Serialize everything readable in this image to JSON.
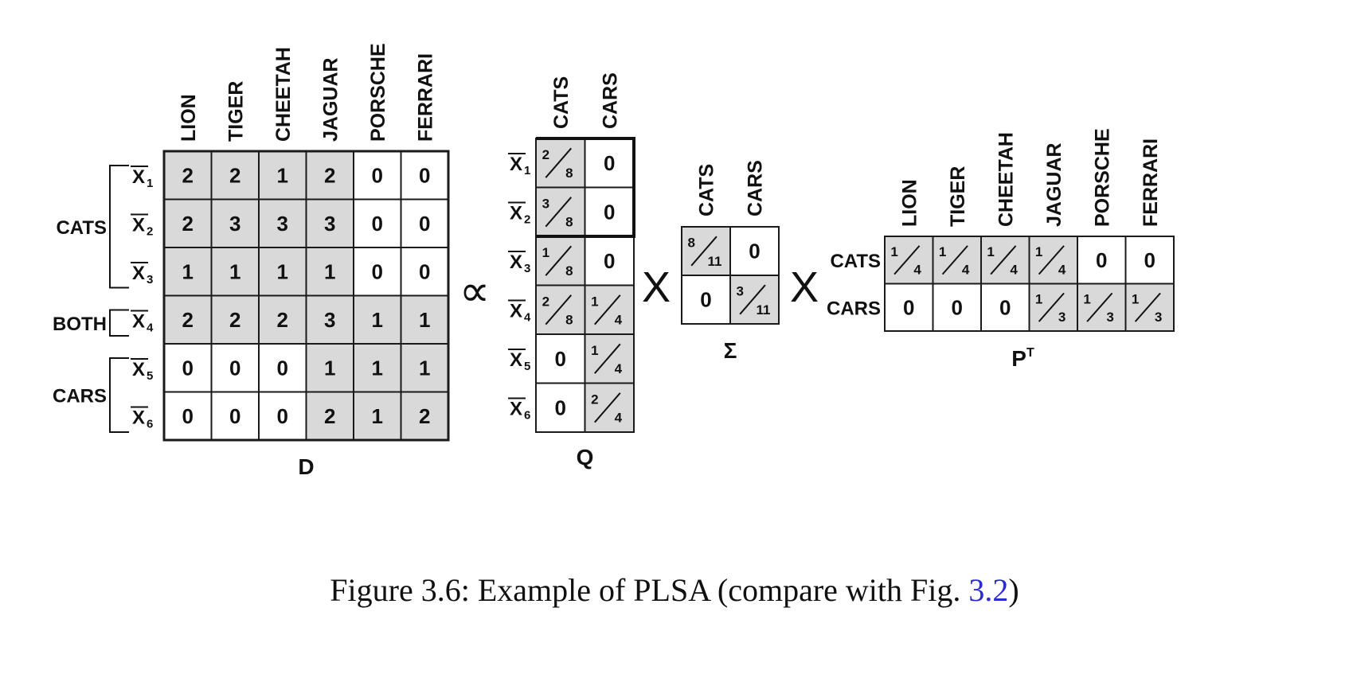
{
  "caption": {
    "prefix": "Figure 3.6: Example of PLSA (compare with Fig.",
    "ref": "3.2",
    "suffix": ")"
  },
  "operators": {
    "proportional": "∝",
    "times": "X"
  },
  "matrix_D": {
    "name": "D",
    "columns": [
      "LION",
      "TIGER",
      "CHEETAH",
      "JAGUAR",
      "PORSCHE",
      "FERRARI"
    ],
    "rows": [
      {
        "label": "X",
        "sub": "1",
        "values": [
          "2",
          "2",
          "1",
          "2",
          "0",
          "0"
        ],
        "shaded": [
          true,
          true,
          true,
          true,
          false,
          false
        ]
      },
      {
        "label": "X",
        "sub": "2",
        "values": [
          "2",
          "3",
          "3",
          "3",
          "0",
          "0"
        ],
        "shaded": [
          true,
          true,
          true,
          true,
          false,
          false
        ]
      },
      {
        "label": "X",
        "sub": "3",
        "values": [
          "1",
          "1",
          "1",
          "1",
          "0",
          "0"
        ],
        "shaded": [
          true,
          true,
          true,
          true,
          false,
          false
        ]
      },
      {
        "label": "X",
        "sub": "4",
        "values": [
          "2",
          "2",
          "2",
          "3",
          "1",
          "1"
        ],
        "shaded": [
          true,
          true,
          true,
          true,
          true,
          true
        ]
      },
      {
        "label": "X",
        "sub": "5",
        "values": [
          "0",
          "0",
          "0",
          "1",
          "1",
          "1"
        ],
        "shaded": [
          false,
          false,
          false,
          true,
          true,
          true
        ]
      },
      {
        "label": "X",
        "sub": "6",
        "values": [
          "0",
          "0",
          "0",
          "2",
          "1",
          "2"
        ],
        "shaded": [
          false,
          false,
          false,
          true,
          true,
          true
        ]
      }
    ],
    "groups": [
      {
        "label": "CATS",
        "first_row": 0,
        "last_row": 2
      },
      {
        "label": "BOTH",
        "first_row": 3,
        "last_row": 3
      },
      {
        "label": "CARS",
        "first_row": 4,
        "last_row": 5
      }
    ]
  },
  "matrix_Q": {
    "name": "Q",
    "columns": [
      "CATS",
      "CARS"
    ],
    "rows": [
      {
        "label": "X",
        "sub": "1",
        "values": [
          {
            "num": "2",
            "den": "8"
          },
          "0"
        ],
        "shaded": [
          true,
          false
        ]
      },
      {
        "label": "X",
        "sub": "2",
        "values": [
          {
            "num": "3",
            "den": "8"
          },
          "0"
        ],
        "shaded": [
          true,
          false
        ]
      },
      {
        "label": "X",
        "sub": "3",
        "values": [
          {
            "num": "1",
            "den": "8"
          },
          "0"
        ],
        "shaded": [
          true,
          false
        ]
      },
      {
        "label": "X",
        "sub": "4",
        "values": [
          {
            "num": "2",
            "den": "8"
          },
          {
            "num": "1",
            "den": "4"
          }
        ],
        "shaded": [
          true,
          true
        ]
      },
      {
        "label": "X",
        "sub": "5",
        "values": [
          "0",
          {
            "num": "1",
            "den": "4"
          }
        ],
        "shaded": [
          false,
          true
        ]
      },
      {
        "label": "X",
        "sub": "6",
        "values": [
          "0",
          {
            "num": "2",
            "den": "4"
          }
        ],
        "shaded": [
          false,
          true
        ]
      }
    ]
  },
  "matrix_Sigma": {
    "name": "Σ",
    "columns": [
      "CATS",
      "CARS"
    ],
    "rows": [
      {
        "values": [
          {
            "num": "8",
            "den": "11"
          },
          "0"
        ],
        "shaded": [
          true,
          false
        ]
      },
      {
        "values": [
          "0",
          {
            "num": "3",
            "den": "11"
          }
        ],
        "shaded": [
          false,
          true
        ]
      }
    ]
  },
  "matrix_PT": {
    "name": "P",
    "name_sup": "T",
    "columns": [
      "LION",
      "TIGER",
      "CHEETAH",
      "JAGUAR",
      "PORSCHE",
      "FERRARI"
    ],
    "rows": [
      {
        "label": "CATS",
        "values": [
          {
            "num": "1",
            "den": "4"
          },
          {
            "num": "1",
            "den": "4"
          },
          {
            "num": "1",
            "den": "4"
          },
          {
            "num": "1",
            "den": "4"
          },
          "0",
          "0"
        ],
        "shaded": [
          true,
          true,
          true,
          true,
          false,
          false
        ]
      },
      {
        "label": "CARS",
        "values": [
          "0",
          "0",
          "0",
          {
            "num": "1",
            "den": "3"
          },
          {
            "num": "1",
            "den": "3"
          },
          {
            "num": "1",
            "den": "3"
          }
        ],
        "shaded": [
          false,
          false,
          false,
          true,
          true,
          true
        ]
      }
    ]
  },
  "colors": {
    "shade": "#d9d9d9",
    "grid": "#1a1a1a",
    "grid_light": "#888888",
    "caption_ref": "#2b2bd6"
  }
}
